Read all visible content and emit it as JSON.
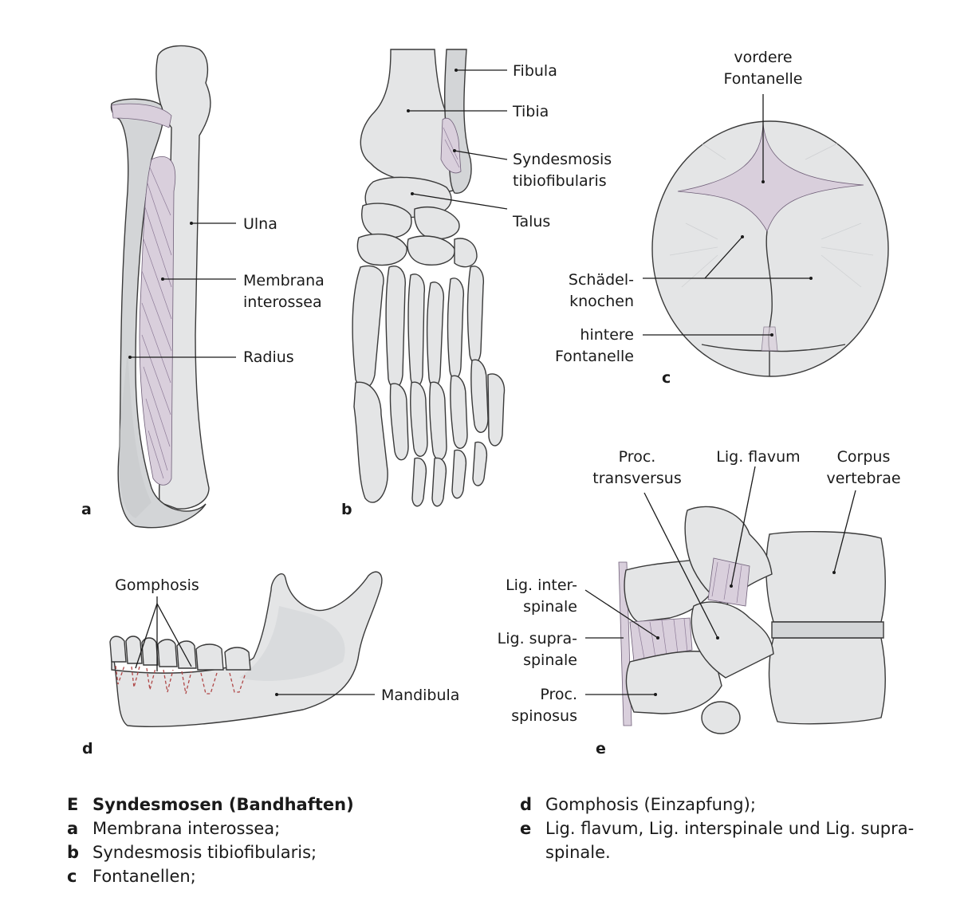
{
  "panels": {
    "a": {
      "letter": "a",
      "labels": {
        "ulna": "Ulna",
        "membrana": [
          "Membrana",
          "interossea"
        ],
        "radius": "Radius"
      }
    },
    "b": {
      "letter": "b",
      "labels": {
        "fibula": "Fibula",
        "tibia": "Tibia",
        "syndesmosis": [
          "Syndesmosis",
          "tibiofibularis"
        ],
        "talus": "Talus"
      }
    },
    "c": {
      "letter": "c",
      "labels": {
        "vordere": [
          "vordere",
          "Fontanelle"
        ],
        "schaedel": [
          "Schädel-",
          "knochen"
        ],
        "hintere": [
          "hintere",
          "Fontanelle"
        ]
      }
    },
    "d": {
      "letter": "d",
      "labels": {
        "gomphosis": "Gomphosis",
        "mandibula": "Mandibula"
      }
    },
    "e": {
      "letter": "e",
      "labels": {
        "proc_transversus": [
          "Proc.",
          "transversus"
        ],
        "lig_flavum": "Lig. flavum",
        "corpus": [
          "Corpus",
          "vertebrae"
        ],
        "lig_interspinale": [
          "Lig. inter-",
          "spinale"
        ],
        "lig_supraspinale": [
          "Lig. supra-",
          "spinale"
        ],
        "proc_spinosus": [
          "Proc.",
          "spinosus"
        ]
      }
    }
  },
  "caption": {
    "left": [
      {
        "key": "E",
        "text": "Syndesmosen (Bandhaften)",
        "bold": true
      },
      {
        "key": "a",
        "text": "Membrana interossea;"
      },
      {
        "key": "b",
        "text": "Syndesmosis tibiofibularis;"
      },
      {
        "key": "c",
        "text": "Fontanellen;"
      }
    ],
    "right": [
      {
        "key": "d",
        "text": "Gomphosis (Einzapfung);"
      },
      {
        "key": "e",
        "text": "Lig. flavum, Lig. interspinale und Lig. supra-",
        "continuation": "spinale."
      }
    ]
  }
}
